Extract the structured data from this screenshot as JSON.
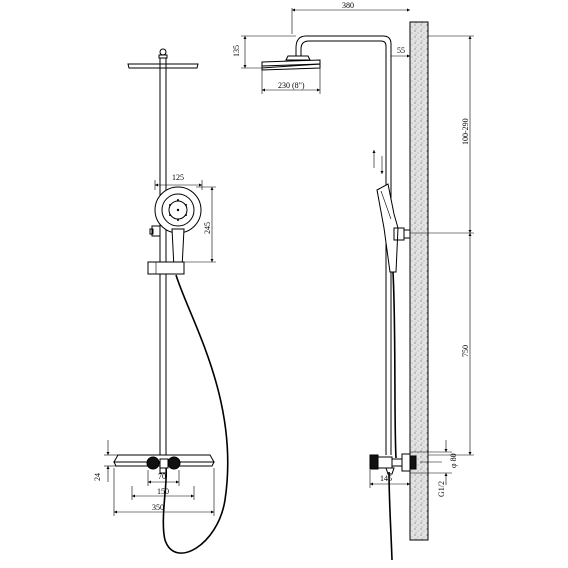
{
  "dimensions": {
    "arm_length": "380",
    "head_height": "135",
    "arm_drop": "55",
    "head_diameter": "230 (8\")",
    "riser_height": "100-290",
    "hand_shower_width": "125",
    "hand_shower_height": "245",
    "bar_height": "750",
    "shelf_thickness": "24",
    "valve_inner": "70",
    "valve_centers": "150",
    "shelf_width": "350",
    "wall_offset": "145",
    "inlet_diameter": "φ 80",
    "thread_size": "G1/2"
  },
  "colors": {
    "line": "#000000",
    "background": "#ffffff",
    "wall_hatch": "#bdbdbd"
  }
}
